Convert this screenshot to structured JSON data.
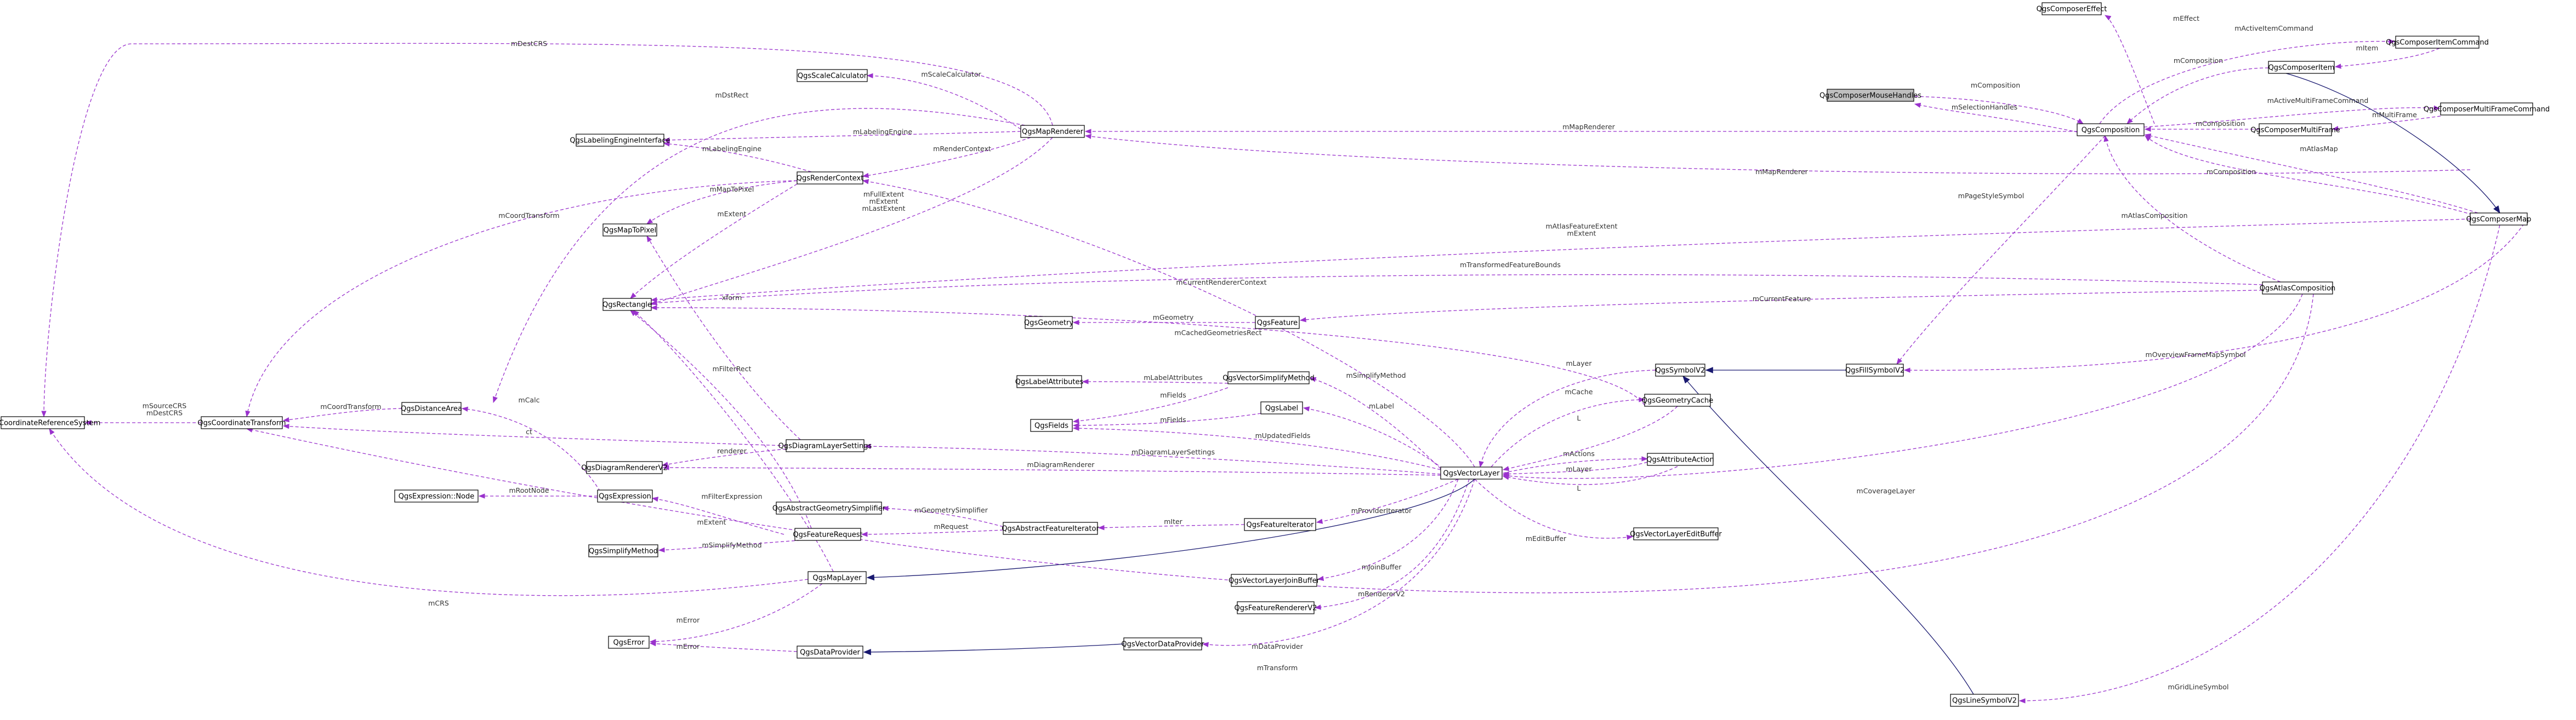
{
  "classes": {
    "QgsComposerEffect": "QgsComposerEffect",
    "QgsComposerItemCommand": "QgsComposerItemCommand",
    "QgsComposerItem": "QgsComposerItem",
    "QgsComposerMouseHandles": "QgsComposerMouseHandles",
    "QgsComposition": "QgsComposition",
    "QgsComposerMultiFrameCommand": "QgsComposerMultiFrameCommand",
    "QgsComposerMultiFrame": "QgsComposerMultiFrame",
    "QgsComposerMap": "QgsComposerMap",
    "QgsAtlasComposition": "QgsAtlasComposition",
    "QgsScaleCalculator": "QgsScaleCalculator",
    "QgsMapRenderer": "QgsMapRenderer",
    "QgsLabelingEngineInterface": "QgsLabelingEngineInterface",
    "QgsRenderContext": "QgsRenderContext",
    "QgsMapToPixel": "QgsMapToPixel",
    "QgsRectangle": "QgsRectangle",
    "QgsGeometry": "QgsGeometry",
    "QgsFeature": "QgsFeature",
    "QgsCoordinateReferenceSystem": "QgsCoordinateReferenceSystem",
    "QgsCoordinateTransform": "QgsCoordinateTransform",
    "QgsDistanceArea": "QgsDistanceArea",
    "QgsVectorSimplifyMethod": "QgsVectorSimplifyMethod",
    "QgsLabelAttributes": "QgsLabelAttributes",
    "QgsLabel": "QgsLabel",
    "QgsFields": "QgsFields",
    "QgsSymbolV2": "QgsSymbolV2",
    "QgsFillSymbolV2": "QgsFillSymbolV2",
    "QgsGeometryCache": "QgsGeometryCache",
    "QgsDiagramLayerSettings": "QgsDiagramLayerSettings",
    "QgsDiagramRendererV2": "QgsDiagramRendererV2",
    "QgsVectorLayer": "QgsVectorLayer",
    "QgsAttributeAction": "QgsAttributeAction",
    "QgsExpressionNode": "QgsExpression::Node",
    "QgsExpression": "QgsExpression",
    "QgsAbstractGeometrySimplifier": "QgsAbstractGeometrySimplifier",
    "QgsFeatureRequest": "QgsFeatureRequest",
    "QgsAbstractFeatureIterator": "QgsAbstractFeatureIterator",
    "QgsFeatureIterator": "QgsFeatureIterator",
    "QgsVectorLayerEditBuffer": "QgsVectorLayerEditBuffer",
    "QgsSimplifyMethod": "QgsSimplifyMethod",
    "QgsMapLayer": "QgsMapLayer",
    "QgsVectorLayerJoinBuffer": "QgsVectorLayerJoinBuffer",
    "QgsFeatureRendererV2": "QgsFeatureRendererV2",
    "QgsError": "QgsError",
    "QgsDataProvider": "QgsDataProvider",
    "QgsVectorDataProvider": "QgsVectorDataProvider",
    "QgsLineSymbolV2": "QgsLineSymbolV2"
  },
  "edge_labels": {
    "mEffect": "mEffect",
    "mActiveItemCommand": "mActiveItemCommand",
    "mItem": "mItem",
    "mComposition_item": "mComposition",
    "mComposition_handles": "mComposition",
    "mSelectionHandles": "mSelectionHandles",
    "mActiveMultiFrameCommand": "mActiveMultiFrameCommand",
    "mMultiFrame": "mMultiFrame",
    "mComposition_multiframe": "mComposition",
    "mMapRenderer_comp": "mMapRenderer",
    "mMapRenderer_map": "mMapRenderer",
    "mAtlasMap": "mAtlasMap",
    "mComposition_map": "mComposition",
    "mAtlasComposition": "mAtlasComposition",
    "mPageStyleSymbol": "mPageStyleSymbol",
    "mDestCRS": "mDestCRS",
    "mDstRect": "mDstRect",
    "mScaleCalculator": "mScaleCalculator",
    "mLabelingEngine": "mLabelingEngine",
    "mRenderContext": "mRenderContext",
    "mLabelingEngine_rc": "mLabelingEngine",
    "mMapToPixel": "mMapToPixel",
    "mExtent_rc": "mExtent",
    "mExtentGroup": "mFullExtent\nmExtent\nmLastExtent",
    "mCoordTransform_rc": "mCoordTransform",
    "mAtlasFeatureExtent": "mAtlasFeatureExtent\nmExtent",
    "mTransformedFeatureBounds": "mTransformedFeatureBounds",
    "mCurrentRendererContext": "mCurrentRendererContext",
    "xform": "xform",
    "mCurrentFeature": "mCurrentFeature",
    "mGeometry": "mGeometry",
    "mCachedGeometriesRect": "mCachedGeometriesRect",
    "mOverviewFrameMapSymbol": "mOverviewFrameMapSymbol",
    "mSourceCRS": "mSourceCRS\nmDestCRS",
    "mCoordTransform": "mCoordTransform",
    "ct": "ct",
    "mCalc": "mCalc",
    "renderer": "renderer",
    "mSimplifyMethod": "mSimplifyMethod",
    "mLabelAttributes": "mLabelAttributes",
    "mFields_a": "mFields",
    "mLabel": "mLabel",
    "mFields_b": "mFields",
    "mUpdatedFields": "mUpdatedFields",
    "mLayer_symbol": "mLayer",
    "mCache": "mCache",
    "L_geom": "L",
    "mDiagramLayerSettings": "mDiagramLayerSettings",
    "mDiagramRenderer": "mDiagramRenderer",
    "mActions": "mActions",
    "mLayer_action": "mLayer",
    "L_action": "L",
    "mCoverageLayer": "mCoverageLayer",
    "mRootNode": "mRootNode",
    "mFilterExpression": "mFilterExpression",
    "mGeometrySimplifier": "mGeometrySimplifier",
    "mRequest": "mRequest",
    "mIter": "mIter",
    "mProviderIterator": "mProviderIterator",
    "mFilterRect": "mFilterRect",
    "mExtent_layer": "mExtent",
    "mSimplifyMethod_req": "mSimplifyMethod",
    "mEditBuffer": "mEditBuffer",
    "mCRS": "mCRS",
    "mJoinBuffer": "mJoinBuffer",
    "mRendererV2": "mRendererV2",
    "mError": "mError",
    "mError_dp": "mError",
    "mDataProvider": "mDataProvider",
    "mTransform": "mTransform",
    "mGridLineSymbol": "mGridLineSymbol"
  }
}
